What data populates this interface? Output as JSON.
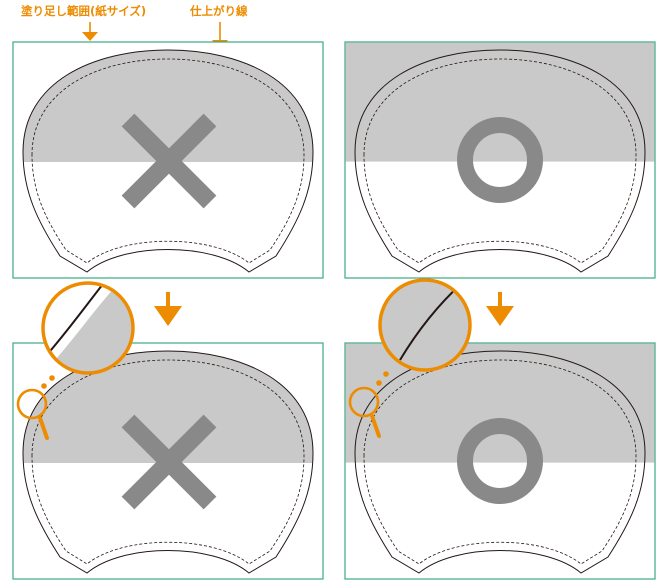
{
  "labels": {
    "bleed_area": "塗り足し範囲(紙サイズ)",
    "trim_line": "仕上がり線"
  },
  "colors": {
    "accent": "#ed8c00",
    "frame": "#3aaa84",
    "fill_gray": "#c8c9c8",
    "mark_gray": "#898989",
    "line": "#231815"
  },
  "panels": [
    {
      "position": "top-left",
      "mark": "cross",
      "gray_fill": "fan-shape"
    },
    {
      "position": "top-right",
      "mark": "circle",
      "gray_fill": "full-width"
    },
    {
      "position": "bottom-left",
      "mark": "cross",
      "gray_fill": "fan-shape",
      "zoom": true
    },
    {
      "position": "bottom-right",
      "mark": "circle",
      "gray_fill": "full-width",
      "zoom": true
    }
  ]
}
